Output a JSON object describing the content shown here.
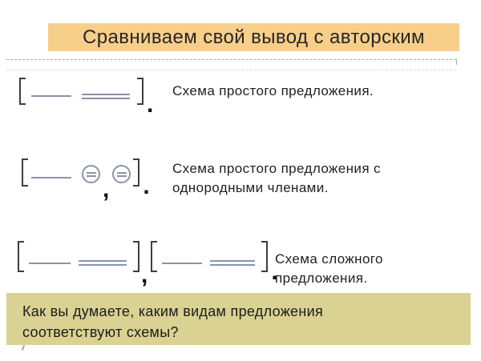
{
  "slide": {
    "title": "Сравниваем свой вывод с авторским",
    "question_lines": [
      "Как вы думаете, каким видам предложения",
      "соответствуют схемы?"
    ]
  },
  "rows": [
    {
      "caption_lines": [
        "Схема простого предложения."
      ]
    },
    {
      "caption_lines": [
        "Схема простого предложения с",
        "однородными членами."
      ]
    },
    {
      "caption_lines": [
        "Схема сложного",
        "предложения."
      ]
    }
  ],
  "punctuation": {
    "comma": ",",
    "period": "."
  },
  "icons": {
    "bracket": "square-bracket-icon",
    "subject": "subject-line-icon",
    "predicate": "predicate-double-line-icon",
    "homogeneous": "homogeneous-member-circle-icon"
  },
  "colors": {
    "title_bar_bg": "#F7CE8A",
    "question_box_bg": "#D9D292",
    "schema_line": "#8A94A8",
    "bracket": "#3B3E45",
    "text": "#1F1F1F",
    "divider": "#A8A8A8"
  }
}
